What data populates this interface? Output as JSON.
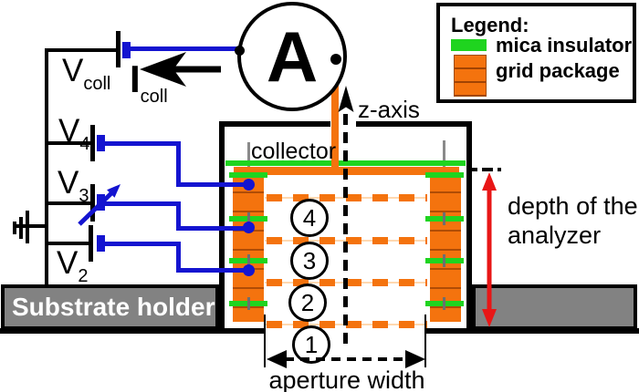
{
  "colors": {
    "orange": "#F4730E",
    "green": "#1FD41F",
    "blue": "#1414D0",
    "red": "#E81616",
    "gray": "#828282",
    "faint_grid_line": "#FFD8B0"
  },
  "ammeter": {
    "label": "A"
  },
  "circuit": {
    "v_coll": {
      "base": "V",
      "sub": "coll"
    },
    "i_coll": {
      "base": "I",
      "sub": "coll"
    },
    "v4": {
      "base": "V",
      "sub": "4"
    },
    "v3": {
      "base": "V",
      "sub": "3"
    },
    "v2": {
      "base": "V",
      "sub": "2"
    }
  },
  "analyzer": {
    "collector_label": "collector",
    "z_axis_label": "z-axis",
    "aperture_label": "aperture width",
    "depth_label_line1": "depth of the",
    "depth_label_line2": "analyzer",
    "grid_numbers": [
      "4",
      "3",
      "2",
      "1"
    ]
  },
  "legend": {
    "title": "Legend:",
    "items": [
      {
        "name": "mica insulator"
      },
      {
        "name": "grid package"
      }
    ]
  },
  "substrate": {
    "label": "Substrate holder"
  }
}
